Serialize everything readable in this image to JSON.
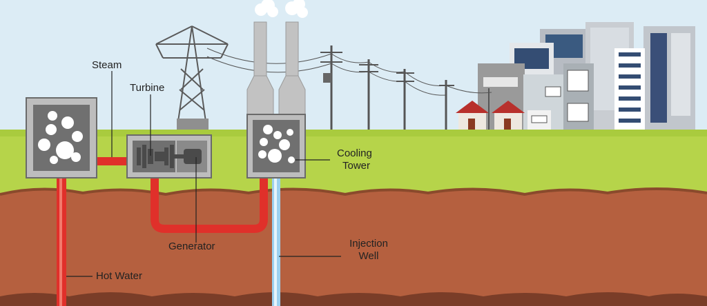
{
  "labels": {
    "steam": "Steam",
    "turbine": "Turbine",
    "generator": "Generator",
    "cooling_tower_line1": "Cooling",
    "cooling_tower_line2": "Tower",
    "injection_well_line1": "Injection",
    "injection_well_line2": "Well",
    "hot_water": "Hot Water"
  },
  "colors": {
    "sky": "#dcecf5",
    "grass": "#b6d44a",
    "grass_dark": "#8fb83a",
    "soil": "#b5603f",
    "soil_dark": "#7a3d28",
    "hot_pipe": "#e0302a",
    "cold_pipe": "#9cd0ef",
    "box": "#8d8d8d",
    "box_dark": "#666666",
    "tower": "#bdbdbd"
  }
}
